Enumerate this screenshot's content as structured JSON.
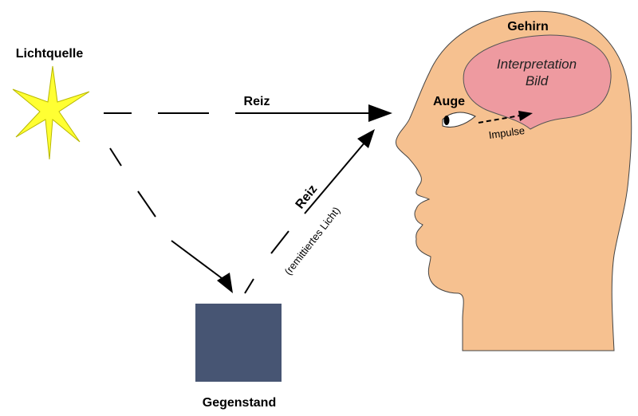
{
  "labels": {
    "light_source": "Lichtquelle",
    "stimulus": "Reiz",
    "object": "Gegenstand",
    "reflected_stimulus": "Reiz",
    "reflected_light": "(remittiertes Licht)",
    "eye": "Auge",
    "brain": "Gehirn",
    "interpretation": "Interpretation",
    "image": "Bild",
    "impulses": "Impulse"
  },
  "colors": {
    "star_fill": "#ffff33",
    "star_stroke": "#b8b800",
    "object_fill": "#475573",
    "head_fill": "#f6c190",
    "brain_fill": "#ee9aa0",
    "brain_stroke": "#555555",
    "line": "#000000"
  },
  "icons": {
    "light_source": "star-icon",
    "eye": "eye-icon"
  }
}
